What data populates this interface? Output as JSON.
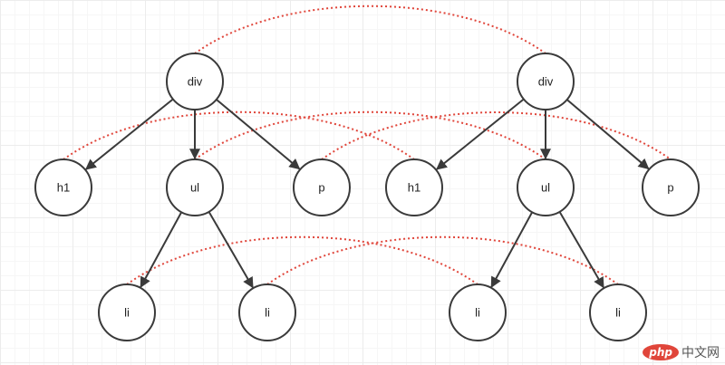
{
  "diagram": {
    "nodes": [
      {
        "id": "a_div",
        "label": "div"
      },
      {
        "id": "a_h1",
        "label": "h1"
      },
      {
        "id": "a_ul",
        "label": "ul"
      },
      {
        "id": "a_p",
        "label": "p"
      },
      {
        "id": "a_li1",
        "label": "li"
      },
      {
        "id": "a_li2",
        "label": "li"
      },
      {
        "id": "b_div",
        "label": "div"
      },
      {
        "id": "b_h1",
        "label": "h1"
      },
      {
        "id": "b_ul",
        "label": "ul"
      },
      {
        "id": "b_p",
        "label": "p"
      },
      {
        "id": "b_li1",
        "label": "li"
      },
      {
        "id": "b_li2",
        "label": "li"
      }
    ],
    "edges": [
      {
        "from": "a_div",
        "to": "a_h1"
      },
      {
        "from": "a_div",
        "to": "a_ul"
      },
      {
        "from": "a_div",
        "to": "a_p"
      },
      {
        "from": "a_ul",
        "to": "a_li1"
      },
      {
        "from": "a_ul",
        "to": "a_li2"
      },
      {
        "from": "b_div",
        "to": "b_h1"
      },
      {
        "from": "b_div",
        "to": "b_ul"
      },
      {
        "from": "b_div",
        "to": "b_p"
      },
      {
        "from": "b_ul",
        "to": "b_li1"
      },
      {
        "from": "b_ul",
        "to": "b_li2"
      }
    ],
    "comparisons": [
      {
        "from": "a_div",
        "to": "b_div"
      },
      {
        "from": "a_h1",
        "to": "b_h1"
      },
      {
        "from": "a_ul",
        "to": "b_ul"
      },
      {
        "from": "a_p",
        "to": "b_p"
      },
      {
        "from": "a_li1",
        "to": "b_li1"
      },
      {
        "from": "a_li2",
        "to": "b_li2"
      }
    ],
    "colors": {
      "edge": "#3a3a3a",
      "comparison": "#e0453a"
    }
  },
  "watermark": {
    "logo": "php",
    "text": "中文网"
  }
}
